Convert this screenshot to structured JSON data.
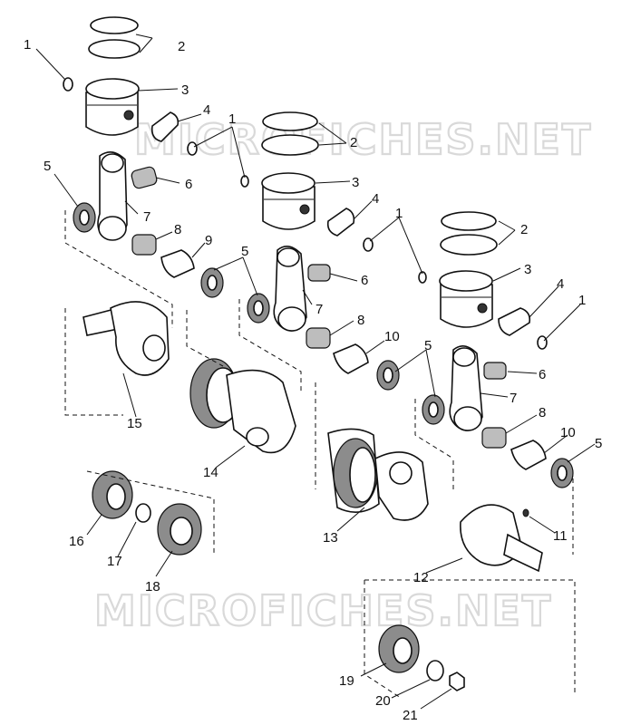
{
  "watermark": {
    "top": "MICROFICHES.NET",
    "bottom": "MICROFICHES.NET"
  },
  "callouts": [
    "1",
    "2",
    "3",
    "4",
    "5",
    "6",
    "7",
    "8",
    "9",
    "10",
    "11",
    "12",
    "13",
    "14",
    "15",
    "16",
    "17",
    "18",
    "19",
    "20",
    "21"
  ]
}
